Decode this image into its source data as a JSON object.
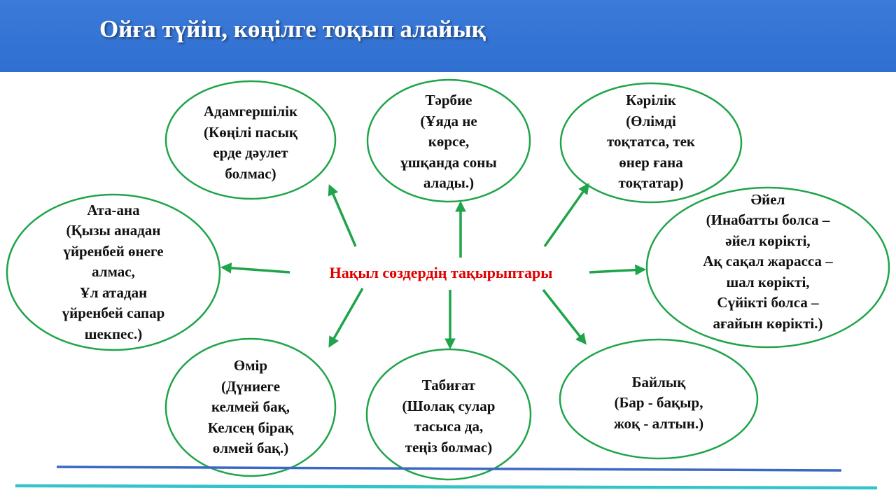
{
  "header": {
    "title": "Ойға түйіп, көңілге тоқып алайық"
  },
  "center": {
    "label": "Нақыл сөздердің тақырыптары"
  },
  "colors": {
    "header_bg": "#3273d6",
    "ellipse_stroke": "#1fa44a",
    "arrow": "#1fa44a",
    "center_text": "#e00000",
    "line_blue": "#3c68c5",
    "line_teal": "#36c4cc"
  },
  "nodes": {
    "adamgershilik": {
      "lines": [
        "Адамгершілік",
        "(Көңілі пасық",
        "ерде дәулет",
        "болмас)"
      ]
    },
    "tarbie": {
      "lines": [
        "Тәрбие",
        "(Ұяда не",
        "көрсе,",
        "ұшқанда соны",
        "алады.)"
      ]
    },
    "karilik": {
      "lines": [
        "Кәрілік",
        "(Өлімді",
        "тоқтатса, тек",
        "өнер ғана",
        "тоқтатар)"
      ]
    },
    "ata_ana": {
      "lines": [
        "Ата-ана",
        "(Қызы анадан",
        "үйренбей өнеге",
        "алмас,",
        "Ұл атадан",
        "үйренбей сапар",
        "шекпес.)"
      ]
    },
    "ayel": {
      "lines": [
        "Әйел",
        "(Инабатты болса –",
        "әйел көрікті,",
        "Ақ сақал жарасса –",
        "шал көрікті,",
        "Сүйікті болса –",
        "ағайын көрікті.)"
      ]
    },
    "omir": {
      "lines": [
        "Өмір",
        "(Дүниеге",
        "келмей бақ,",
        "Келсең бірақ",
        "өлмей бақ.)"
      ]
    },
    "tabigat": {
      "lines": [
        "Табиғат",
        "(Шолақ сулар",
        "тасыса да,",
        "теңіз болмас)"
      ]
    },
    "bailyk": {
      "lines": [
        "Байлық",
        "(Бар - бақыр,",
        "жоқ - алтын.)"
      ]
    }
  }
}
